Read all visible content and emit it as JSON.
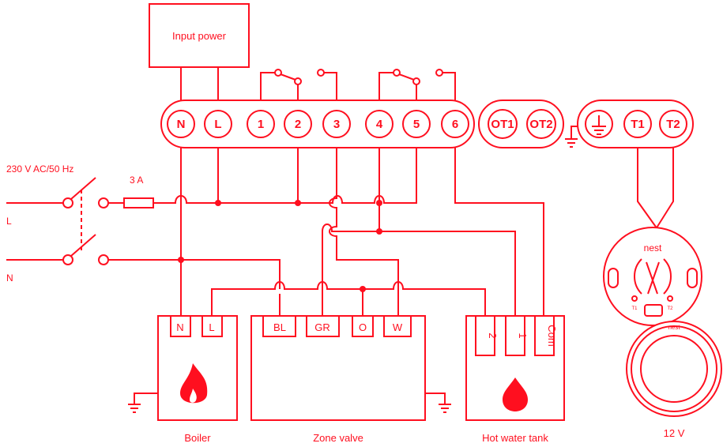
{
  "input_power": "Input power",
  "supply": {
    "voltage": "230 V AC/50 Hz",
    "fuse": "3 A",
    "live": "L",
    "neutral": "N"
  },
  "heat_link_terminals": [
    "N",
    "L",
    "1",
    "2",
    "3",
    "4",
    "5",
    "6"
  ],
  "opentherm_terminals": [
    "OT1",
    "OT2"
  ],
  "thermostat_terminals": [
    "T1",
    "T2"
  ],
  "boiler": {
    "label": "Boiler",
    "terminals": [
      "N",
      "L"
    ]
  },
  "zone_valve": {
    "label": "Zone valve",
    "terminals": [
      "BL",
      "GR",
      "O",
      "W"
    ]
  },
  "hot_water_tank": {
    "label": "Hot water tank",
    "terminals": [
      "2",
      "1",
      "Com"
    ]
  },
  "thermostat": {
    "brand": "nest",
    "base_brand": "nest",
    "base_t1": "T1",
    "base_t2": "T2",
    "power": "12 V"
  },
  "colors": {
    "accent": "#ff0f1f",
    "background": "#ffffff"
  }
}
